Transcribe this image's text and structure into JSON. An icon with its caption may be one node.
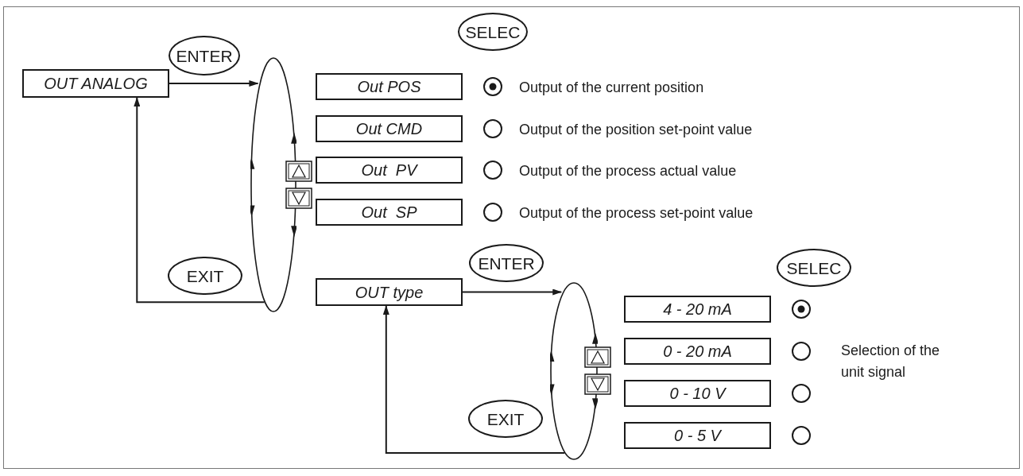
{
  "diagram": {
    "nodes": [
      {
        "text": [
          "OUT ANALOG"
        ]
      },
      {
        "text": [],
        "shape": "ellipse"
      },
      {
        "text": [
          "Out POS"
        ]
      },
      {
        "text": [
          "Out CMD"
        ]
      },
      {
        "text": [
          "Out  PV"
        ]
      },
      {
        "text": [
          "Out  SP"
        ]
      },
      {
        "text": [
          "OUT type"
        ]
      },
      {
        "text": [],
        "shape": "ellipse"
      },
      {
        "text": [
          "4 - 20 mA"
        ]
      },
      {
        "text": [
          "0 - 20 mA"
        ]
      },
      {
        "text": [
          "0 - 10 V"
        ]
      },
      {
        "text": [
          "0 - 5 V"
        ]
      },
      {
        "text": [
          "ENTER"
        ]
      },
      {
        "text": [
          "SELEC"
        ]
      },
      {
        "text": [
          "EXIT"
        ]
      },
      {
        "text": [
          "ENTER"
        ]
      },
      {
        "text": [
          "SELEC"
        ]
      },
      {
        "text": [
          "EXIT"
        ]
      }
    ],
    "edges": [
      {
        "from": 0,
        "to": 1,
        "arrow": "to"
      },
      {
        "from": 1,
        "to": 0,
        "arrow": "to"
      },
      {
        "from": 6,
        "to": 7,
        "arrow": "to"
      },
      {
        "from": 7,
        "to": 6,
        "arrow": "to"
      }
    ],
    "labels": [
      "Output of the current position",
      "Output of the position set-point value",
      "Output of the process actual value",
      "Output of the process set-point value",
      "Selection of the unit signal"
    ]
  }
}
